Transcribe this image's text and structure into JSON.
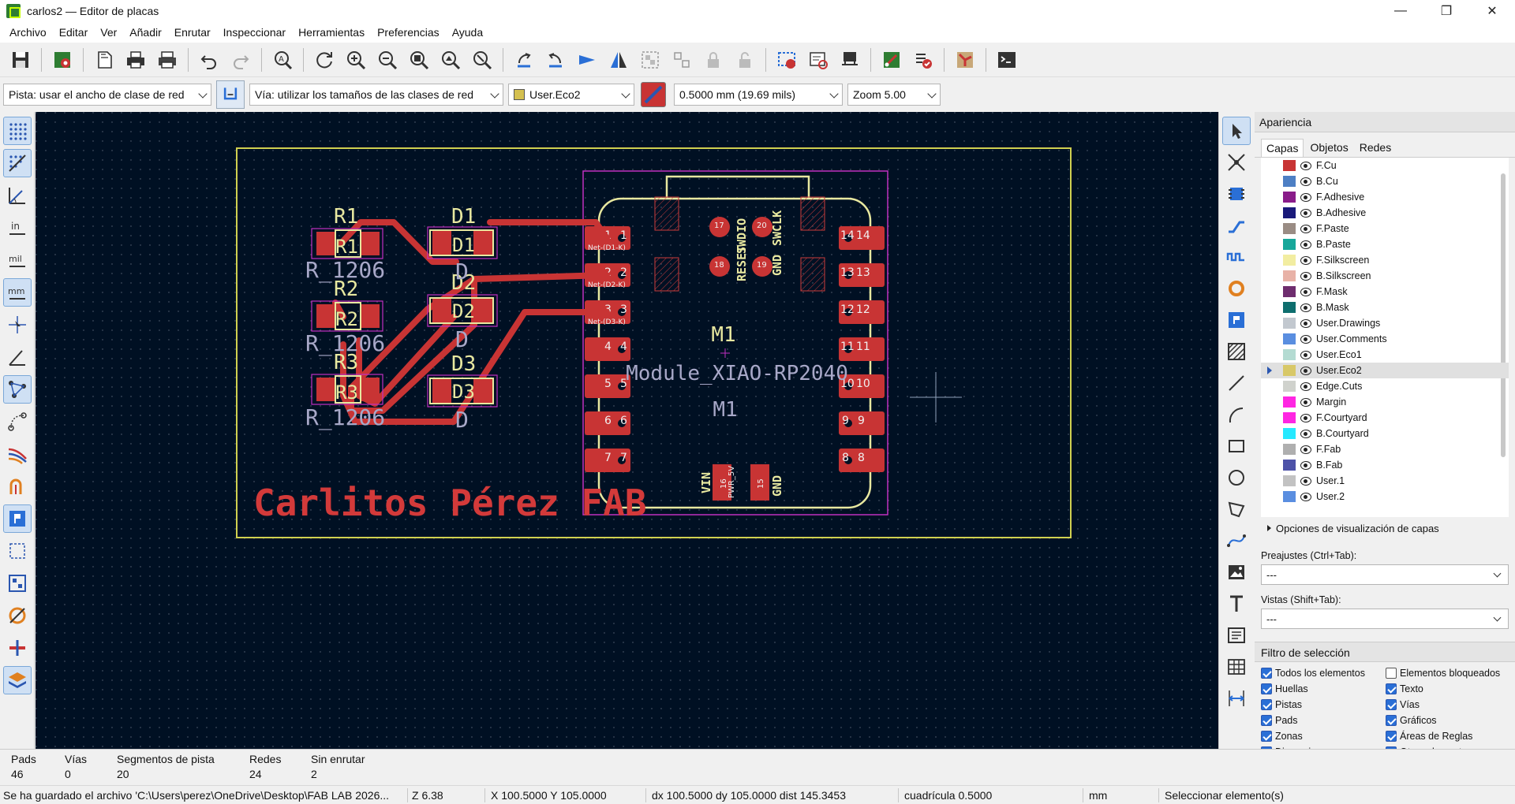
{
  "window": {
    "title": "carlos2 — Editor de placas",
    "controls": [
      "—",
      "❐",
      "✕"
    ]
  },
  "menu": [
    "Archivo",
    "Editar",
    "Ver",
    "Añadir",
    "Enrutar",
    "Inspeccionar",
    "Herramientas",
    "Preferencias",
    "Ayuda"
  ],
  "options_bar": {
    "track_width": "Pista: usar el ancho de clase de red",
    "via_size": "Vía: utilizar los tamaños de las clases de red",
    "active_layer": "User.Eco2",
    "active_layer_color": "#d4c050",
    "grid": "0.5000 mm (19.69 mils)",
    "zoom": "Zoom 5.00"
  },
  "board": {
    "silk_text": "Carlitos Pérez FAB",
    "module_ref": "M1",
    "module_value": "Module_XIAO-RP2040",
    "module_ref2": "M1",
    "resistors": [
      {
        "ref": "R1",
        "value": "R_1206"
      },
      {
        "ref": "R2",
        "value": "R_1206"
      },
      {
        "ref": "R3",
        "value": "R_1206"
      }
    ],
    "leds": [
      {
        "ref": "D1",
        "value": "D"
      },
      {
        "ref": "D2",
        "value": "D"
      },
      {
        "ref": "D3",
        "value": "D"
      }
    ],
    "pad_labels": {
      "gnd": "GND",
      "swdio": "SWDIO",
      "swclk": "SWCLK",
      "reset": "RESET",
      "vin": "VIN",
      "pwr": "PWR_5V",
      "p17": "17",
      "p18": "18",
      "p19": "19",
      "p20": "20",
      "p15": "15",
      "p16": "16",
      "left_pins": [
        "1",
        "2",
        "3",
        "4",
        "5",
        "6",
        "7"
      ],
      "right_pins": [
        "14",
        "13",
        "12",
        "11",
        "10",
        "9",
        "8"
      ],
      "nets": [
        "Net-(D1-K)",
        "Net-(D2-K)",
        "Net-(D3-K)"
      ]
    },
    "colors": {
      "background": "#001023",
      "copper": "#c83434",
      "silk": "#e8e8a0",
      "edge": "#d0d050",
      "courtyard": "#c030c0"
    }
  },
  "panel": {
    "title": "Apariencia",
    "tabs": [
      "Capas",
      "Objetos",
      "Redes"
    ],
    "layers": [
      {
        "name": "F.Cu",
        "color": "#c83434"
      },
      {
        "name": "B.Cu",
        "color": "#4d7fc4"
      },
      {
        "name": "F.Adhesive",
        "color": "#8a1c8a"
      },
      {
        "name": "B.Adhesive",
        "color": "#1a1a7a"
      },
      {
        "name": "F.Paste",
        "color": "#9a8c84"
      },
      {
        "name": "B.Paste",
        "color": "#17a79a"
      },
      {
        "name": "F.Silkscreen",
        "color": "#f2eda1"
      },
      {
        "name": "B.Silkscreen",
        "color": "#e8b2a7"
      },
      {
        "name": "F.Mask",
        "color": "#6e2d6e"
      },
      {
        "name": "B.Mask",
        "color": "#0e6e6e"
      },
      {
        "name": "User.Drawings",
        "color": "#c2c8cf"
      },
      {
        "name": "User.Comments",
        "color": "#5a8ee0"
      },
      {
        "name": "User.Eco1",
        "color": "#b4dbd2"
      },
      {
        "name": "User.Eco2",
        "color": "#d8c868"
      },
      {
        "name": "Edge.Cuts",
        "color": "#d0d2cd"
      },
      {
        "name": "Margin",
        "color": "#ff26e2"
      },
      {
        "name": "F.Courtyard",
        "color": "#ff26e2"
      },
      {
        "name": "B.Courtyard",
        "color": "#26e9ff"
      },
      {
        "name": "F.Fab",
        "color": "#afafaf"
      },
      {
        "name": "B.Fab",
        "color": "#4d52a8"
      },
      {
        "name": "User.1",
        "color": "#c2c2c2"
      },
      {
        "name": "User.2",
        "color": "#5a8ee0"
      }
    ],
    "selected_layer": "User.Eco2",
    "layer_display_options": "Opciones de visualización de capas",
    "presets_label": "Preajustes (Ctrl+Tab):",
    "presets_value": "---",
    "views_label": "Vistas (Shift+Tab):",
    "views_value": "---",
    "filter_title": "Filtro de selección",
    "filters": [
      {
        "label": "Todos los elementos",
        "checked": true
      },
      {
        "label": "Elementos bloqueados",
        "checked": false
      },
      {
        "label": "Huellas",
        "checked": true
      },
      {
        "label": "Texto",
        "checked": true
      },
      {
        "label": "Pistas",
        "checked": true
      },
      {
        "label": "Vías",
        "checked": true
      },
      {
        "label": "Pads",
        "checked": true
      },
      {
        "label": "Gráficos",
        "checked": true
      },
      {
        "label": "Zonas",
        "checked": true
      },
      {
        "label": "Áreas de Reglas",
        "checked": true
      },
      {
        "label": "Dimensiones",
        "checked": true
      },
      {
        "label": "Otros elementos",
        "checked": true
      }
    ]
  },
  "stats": [
    {
      "label": "Pads",
      "value": "46"
    },
    {
      "label": "Vías",
      "value": "0"
    },
    {
      "label": "Segmentos de pista",
      "value": "20"
    },
    {
      "label": "Redes",
      "value": "24"
    },
    {
      "label": "Sin enrutar",
      "value": "2"
    }
  ],
  "status": {
    "message": "Se ha guardado el archivo 'C:\\Users\\perez\\OneDrive\\Desktop\\FAB LAB 2026...",
    "zoom": "Z 6.38",
    "xy": "X 100.5000  Y 105.0000",
    "delta": "dx 100.5000  dy 105.0000  dist 145.3453",
    "grid": "cuadrícula 0.5000",
    "units": "mm",
    "tool": "Seleccionar elemento(s)"
  }
}
